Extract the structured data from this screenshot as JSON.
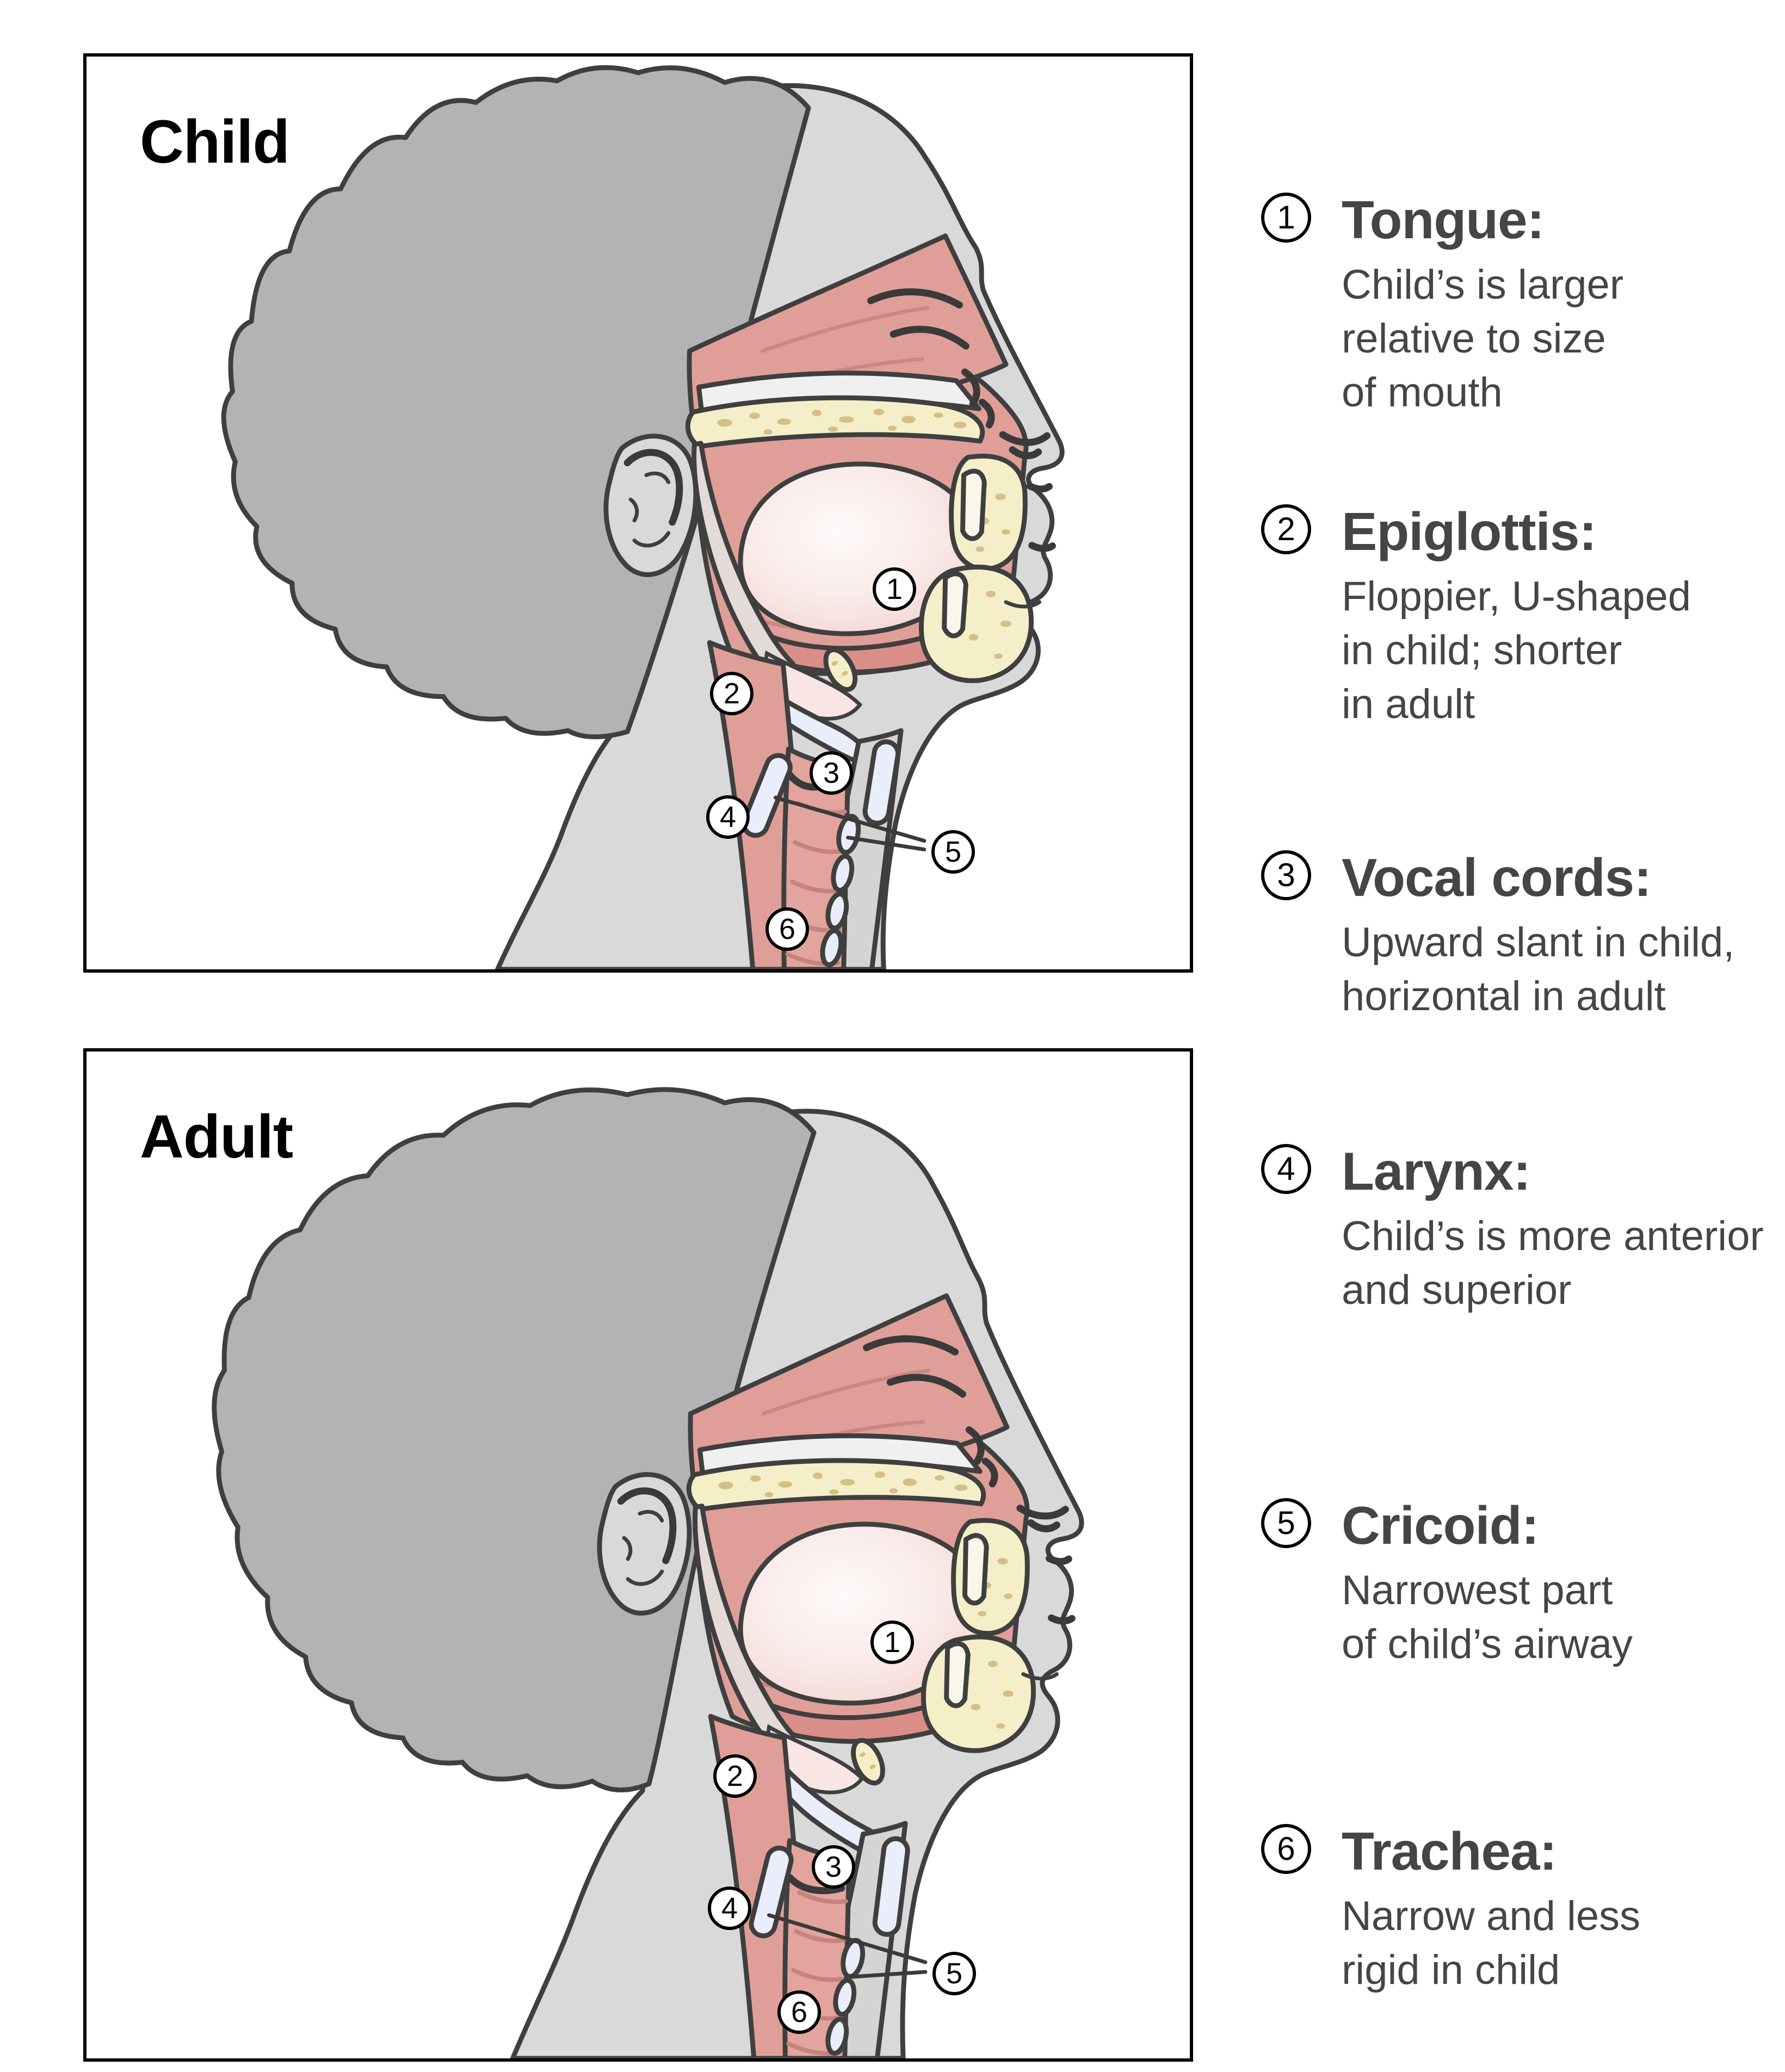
{
  "panels": {
    "child": {
      "label": "Child",
      "markers": [
        "1",
        "2",
        "3",
        "4",
        "5",
        "6"
      ]
    },
    "adult": {
      "label": "Adult",
      "markers": [
        "1",
        "2",
        "3",
        "4",
        "5",
        "6"
      ]
    }
  },
  "legend": {
    "items": [
      {
        "num": "1",
        "title": "Tongue:",
        "lines": [
          "Child’s is larger",
          "relative to size",
          "of mouth"
        ]
      },
      {
        "num": "2",
        "title": "Epiglottis:",
        "lines": [
          "Floppier, U-shaped",
          "in child; shorter",
          "in adult"
        ]
      },
      {
        "num": "3",
        "title": "Vocal cords:",
        "lines": [
          "Upward slant in child,",
          "horizontal in adult"
        ]
      },
      {
        "num": "4",
        "title": "Larynx:",
        "lines": [
          "Child’s is more anterior",
          "and superior"
        ]
      },
      {
        "num": "5",
        "title": "Cricoid:",
        "lines": [
          "Narrowest part",
          "of child’s airway"
        ]
      },
      {
        "num": "6",
        "title": "Trachea:",
        "lines": [
          "Narrow and less",
          "rigid in child"
        ]
      }
    ]
  },
  "colors": {
    "outline": "#3f3f3f",
    "hair": "#b3b3b3",
    "skin": "#d9d9d9",
    "muscle_salmon": "#df9f98",
    "trachea_salmon": "#e2a49d",
    "bone_cream": "#f5efc9",
    "bone_speckle": "#d4c086",
    "cartilage_pale": "#e9eefa",
    "tongue_light": "#fdfaf9",
    "tongue_edge": "#f0c9c5",
    "soft_palate": "#e4dad7",
    "legend_text": "#454545",
    "panel_border": "#000000"
  }
}
